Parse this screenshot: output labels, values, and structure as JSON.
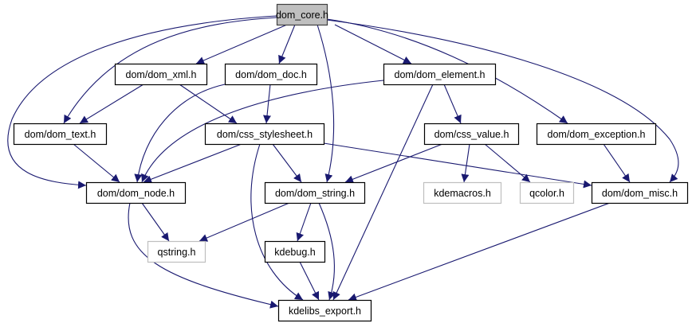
{
  "diagram": {
    "type": "include-dependency-graph",
    "colors": {
      "edge": "#191970",
      "node_border": "#000000",
      "root_fill": "#bfbfbf",
      "root_border": "#404040",
      "external_border": "#bfbfbf",
      "node_fill": "#ffffff"
    },
    "nodes": [
      {
        "id": "dom_core",
        "label": "dom_core.h",
        "kind": "root"
      },
      {
        "id": "dom_xml",
        "label": "dom/dom_xml.h",
        "kind": "normal"
      },
      {
        "id": "dom_doc",
        "label": "dom/dom_doc.h",
        "kind": "normal"
      },
      {
        "id": "dom_element",
        "label": "dom/dom_element.h",
        "kind": "normal"
      },
      {
        "id": "dom_text",
        "label": "dom/dom_text.h",
        "kind": "normal"
      },
      {
        "id": "css_stylesheet",
        "label": "dom/css_stylesheet.h",
        "kind": "normal"
      },
      {
        "id": "css_value",
        "label": "dom/css_value.h",
        "kind": "normal"
      },
      {
        "id": "dom_exception",
        "label": "dom/dom_exception.h",
        "kind": "normal"
      },
      {
        "id": "dom_node",
        "label": "dom/dom_node.h",
        "kind": "normal"
      },
      {
        "id": "dom_string",
        "label": "dom/dom_string.h",
        "kind": "normal"
      },
      {
        "id": "kdemacros",
        "label": "kdemacros.h",
        "kind": "external"
      },
      {
        "id": "qcolor",
        "label": "qcolor.h",
        "kind": "external"
      },
      {
        "id": "dom_misc",
        "label": "dom/dom_misc.h",
        "kind": "normal"
      },
      {
        "id": "qstring",
        "label": "qstring.h",
        "kind": "external"
      },
      {
        "id": "kdebug",
        "label": "kdebug.h",
        "kind": "normal"
      },
      {
        "id": "kdelibs_export",
        "label": "kdelibs_export.h",
        "kind": "normal"
      }
    ],
    "edges": [
      {
        "from": "dom_core",
        "to": "dom_xml"
      },
      {
        "from": "dom_core",
        "to": "dom_doc"
      },
      {
        "from": "dom_core",
        "to": "dom_element"
      },
      {
        "from": "dom_core",
        "to": "dom_text"
      },
      {
        "from": "dom_core",
        "to": "dom_node"
      },
      {
        "from": "dom_core",
        "to": "dom_string"
      },
      {
        "from": "dom_core",
        "to": "dom_exception"
      },
      {
        "from": "dom_core",
        "to": "dom_misc"
      },
      {
        "from": "dom_xml",
        "to": "dom_text"
      },
      {
        "from": "dom_xml",
        "to": "css_stylesheet"
      },
      {
        "from": "dom_doc",
        "to": "dom_node"
      },
      {
        "from": "dom_doc",
        "to": "css_stylesheet"
      },
      {
        "from": "dom_element",
        "to": "dom_node"
      },
      {
        "from": "dom_element",
        "to": "css_value"
      },
      {
        "from": "dom_element",
        "to": "kdelibs_export"
      },
      {
        "from": "dom_text",
        "to": "dom_node"
      },
      {
        "from": "css_stylesheet",
        "to": "dom_node"
      },
      {
        "from": "css_stylesheet",
        "to": "dom_string"
      },
      {
        "from": "css_stylesheet",
        "to": "dom_misc"
      },
      {
        "from": "css_stylesheet",
        "to": "kdelibs_export"
      },
      {
        "from": "css_value",
        "to": "dom_string"
      },
      {
        "from": "css_value",
        "to": "kdemacros"
      },
      {
        "from": "css_value",
        "to": "qcolor"
      },
      {
        "from": "dom_exception",
        "to": "dom_misc"
      },
      {
        "from": "dom_node",
        "to": "qstring"
      },
      {
        "from": "dom_node",
        "to": "kdelibs_export"
      },
      {
        "from": "dom_string",
        "to": "qstring"
      },
      {
        "from": "dom_string",
        "to": "kdebug"
      },
      {
        "from": "dom_string",
        "to": "kdelibs_export"
      },
      {
        "from": "dom_misc",
        "to": "kdelibs_export"
      },
      {
        "from": "kdebug",
        "to": "kdelibs_export"
      }
    ]
  }
}
